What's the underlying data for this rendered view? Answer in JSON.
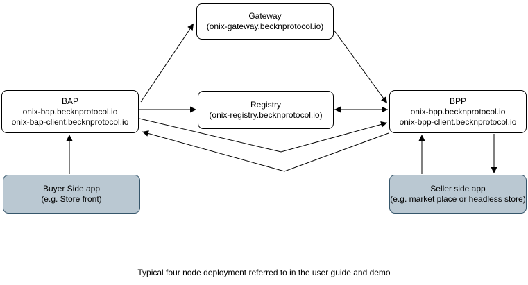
{
  "diagram": {
    "caption": "Typical four node deployment referred to in the user guide and demo",
    "colors": {
      "protocol_node_fill": "#ffffff",
      "protocol_node_stroke": "#000000",
      "app_node_fill": "#bac8d2",
      "app_node_stroke": "#36566b",
      "edge_color": "#000000",
      "text_color": "#000000"
    },
    "nodes": {
      "gateway": {
        "lines": [
          "Gateway",
          "(onix-gateway.becknprotocol.io)"
        ]
      },
      "bap": {
        "lines": [
          "BAP",
          "onix-bap.becknprotocol.io",
          "onix-bap-client.becknprotocol.io"
        ]
      },
      "registry": {
        "lines": [
          "Registry",
          "(onix-registry.becknprotocol.io)"
        ]
      },
      "bpp": {
        "lines": [
          "BPP",
          "onix-bpp.becknprotocol.io",
          "onix-bpp-client.becknprotocol.io"
        ]
      },
      "buyer_app": {
        "lines": [
          "Buyer Side app",
          "(e.g. Store front)"
        ]
      },
      "seller_app": {
        "lines": [
          "Seller side app",
          "(e.g. market place or headless store)"
        ]
      }
    },
    "edges": [
      {
        "from": "BAP",
        "to": "Gateway",
        "direction": "one-way"
      },
      {
        "from": "Gateway",
        "to": "BPP",
        "direction": "one-way"
      },
      {
        "from": "BAP",
        "to": "Registry",
        "direction": "one-way"
      },
      {
        "from": "Registry",
        "to": "BPP",
        "direction": "two-way"
      },
      {
        "from": "BAP",
        "to": "BPP",
        "direction": "one-way"
      },
      {
        "from": "BPP",
        "to": "BAP",
        "direction": "one-way"
      },
      {
        "from": "Buyer Side app",
        "to": "BAP",
        "direction": "one-way"
      },
      {
        "from": "Seller side app",
        "to": "BPP",
        "direction": "one-way"
      },
      {
        "from": "BPP",
        "to": "Seller side app",
        "direction": "one-way"
      }
    ]
  }
}
